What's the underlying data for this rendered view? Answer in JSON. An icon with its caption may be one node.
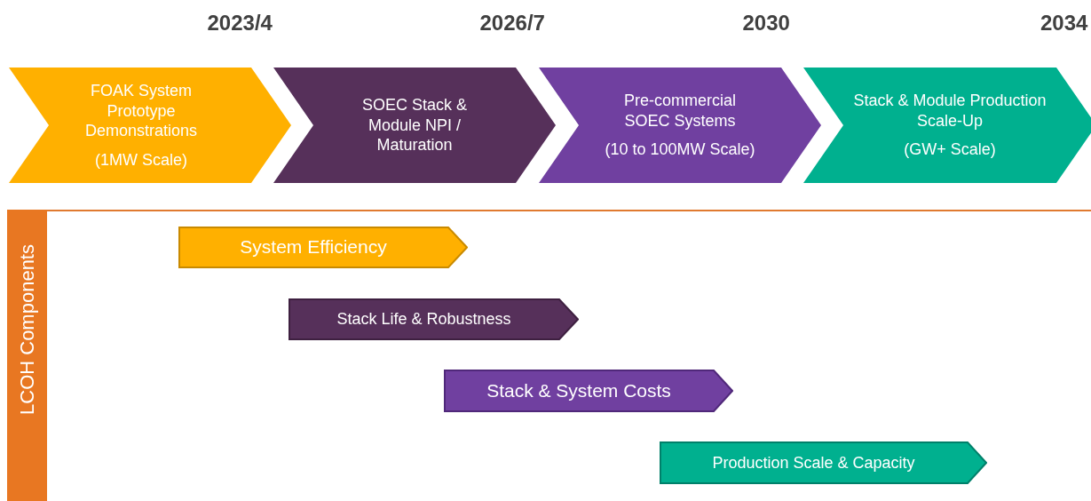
{
  "diagram": {
    "nodes": [
      {
        "text": [
          "FOAK System Prototype Demonstrations",
          "(1MW Scale)"
        ]
      },
      {
        "text": [
          "SOEC Stack & Module NPI / Maturation"
        ]
      },
      {
        "text": [
          "Pre-commercial SOEC Systems",
          "(10 to 100MW Scale)"
        ]
      },
      {
        "text": [
          "Stack & Module Production Scale-Up",
          "(GW+ Scale)"
        ]
      },
      {
        "text": [
          "LCOH Components"
        ]
      },
      {
        "text": [
          "System Efficiency"
        ]
      },
      {
        "text": [
          "Stack Life & Robustness"
        ]
      },
      {
        "text": [
          "Stack & System Costs"
        ]
      },
      {
        "text": [
          "Production Scale & Capacity"
        ]
      }
    ],
    "edges": [],
    "labels": [
      "2023/4",
      "2026/7",
      "2030",
      "2034"
    ]
  }
}
